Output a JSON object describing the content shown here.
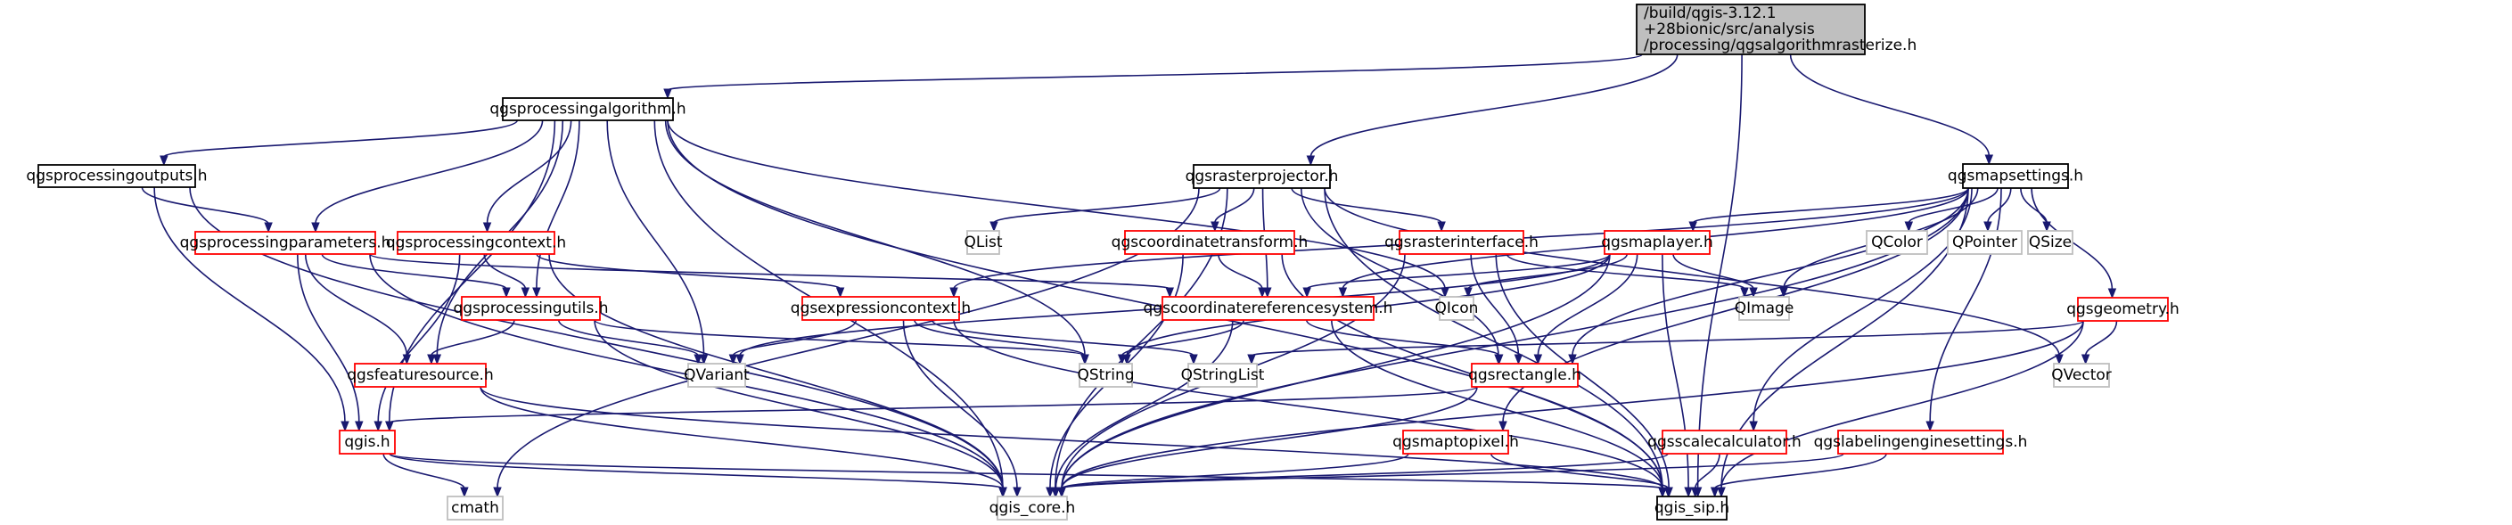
{
  "graph": {
    "title": "Include dependency graph for qgsalgorithmrasterize.h",
    "colors": {
      "edge": "#191970",
      "root_fill": "#bfbfbf",
      "root_border": "#000000",
      "documented_border": "#000000",
      "incomplete_border": "#ff0000",
      "external_border": "#bfbfbf"
    },
    "nodes": [
      {
        "id": "root",
        "lines": [
          "/build/qgis-3.12.1",
          "+28bionic/src/analysis",
          "/processing/qgsalgorithmrasterize.h"
        ],
        "kind": "root"
      },
      {
        "id": "qgsprocessingalgorithm",
        "lines": [
          "qgsprocessingalgorithm.h"
        ],
        "kind": "documented"
      },
      {
        "id": "qgsprocessingoutputs",
        "lines": [
          "qgsprocessingoutputs.h"
        ],
        "kind": "documented"
      },
      {
        "id": "qgsprocessingparameters",
        "lines": [
          "qgsprocessingparameters.h"
        ],
        "kind": "incomplete"
      },
      {
        "id": "qgsprocessingcontext",
        "lines": [
          "qgsprocessingcontext.h"
        ],
        "kind": "incomplete"
      },
      {
        "id": "qgsprocessingutils",
        "lines": [
          "qgsprocessingutils.h"
        ],
        "kind": "incomplete"
      },
      {
        "id": "qgsfeaturesource",
        "lines": [
          "qgsfeaturesource.h"
        ],
        "kind": "incomplete"
      },
      {
        "id": "qgis",
        "lines": [
          "qgis.h"
        ],
        "kind": "incomplete"
      },
      {
        "id": "cmath",
        "lines": [
          "cmath"
        ],
        "kind": "external"
      },
      {
        "id": "QVariant",
        "lines": [
          "QVariant"
        ],
        "kind": "external"
      },
      {
        "id": "qgis_core",
        "lines": [
          "qgis_core.h"
        ],
        "kind": "external"
      },
      {
        "id": "qgsrasterprojector",
        "lines": [
          "qgsrasterprojector.h"
        ],
        "kind": "documented"
      },
      {
        "id": "QList",
        "lines": [
          "QList"
        ],
        "kind": "external"
      },
      {
        "id": "qgscoordinatetransform",
        "lines": [
          "qgscoordinatetransform.h"
        ],
        "kind": "incomplete"
      },
      {
        "id": "qgsrasterinterface",
        "lines": [
          "qgsrasterinterface.h"
        ],
        "kind": "incomplete"
      },
      {
        "id": "qgsmaplayer",
        "lines": [
          "qgsmaplayer.h"
        ],
        "kind": "incomplete"
      },
      {
        "id": "QColor",
        "lines": [
          "QColor"
        ],
        "kind": "external"
      },
      {
        "id": "QPointer",
        "lines": [
          "QPointer"
        ],
        "kind": "external"
      },
      {
        "id": "QSize",
        "lines": [
          "QSize"
        ],
        "kind": "external"
      },
      {
        "id": "qgsmapsettings",
        "lines": [
          "qgsmapsettings.h"
        ],
        "kind": "documented"
      },
      {
        "id": "qgsexpressioncontext",
        "lines": [
          "qgsexpressioncontext.h"
        ],
        "kind": "incomplete"
      },
      {
        "id": "qgscoordinatereferencesystem",
        "lines": [
          "qgscoordinatereferencesystem.h"
        ],
        "kind": "incomplete"
      },
      {
        "id": "QIcon",
        "lines": [
          "QIcon"
        ],
        "kind": "external"
      },
      {
        "id": "QImage",
        "lines": [
          "QImage"
        ],
        "kind": "external"
      },
      {
        "id": "qgsgeometry",
        "lines": [
          "qgsgeometry.h"
        ],
        "kind": "incomplete"
      },
      {
        "id": "QVector",
        "lines": [
          "QVector"
        ],
        "kind": "external"
      },
      {
        "id": "QString",
        "lines": [
          "QString"
        ],
        "kind": "external"
      },
      {
        "id": "QStringList",
        "lines": [
          "QStringList"
        ],
        "kind": "external"
      },
      {
        "id": "qgsrectangle",
        "lines": [
          "qgsrectangle.h"
        ],
        "kind": "incomplete"
      },
      {
        "id": "qgsmaptopixel",
        "lines": [
          "qgsmaptopixel.h"
        ],
        "kind": "incomplete"
      },
      {
        "id": "qgsscalecalculator",
        "lines": [
          "qgsscalecalculator.h"
        ],
        "kind": "incomplete"
      },
      {
        "id": "qgslabelingenginesettings",
        "lines": [
          "qgslabelingenginesettings.h"
        ],
        "kind": "incomplete"
      },
      {
        "id": "qgis_sip",
        "lines": [
          "qgis_sip.h"
        ],
        "kind": "documented"
      }
    ],
    "edges": [
      [
        "root",
        "qgsprocessingalgorithm"
      ],
      [
        "root",
        "qgsrasterprojector"
      ],
      [
        "root",
        "qgsmapsettings"
      ],
      [
        "root",
        "qgis_sip"
      ],
      [
        "qgsprocessingalgorithm",
        "qgsprocessingoutputs"
      ],
      [
        "qgsprocessingalgorithm",
        "qgsprocessingparameters"
      ],
      [
        "qgsprocessingalgorithm",
        "qgsprocessingcontext"
      ],
      [
        "qgsprocessingalgorithm",
        "qgsprocessingutils"
      ],
      [
        "qgsprocessingalgorithm",
        "qgsfeaturesource"
      ],
      [
        "qgsprocessingalgorithm",
        "qgis"
      ],
      [
        "qgsprocessingalgorithm",
        "QVariant"
      ],
      [
        "qgsprocessingalgorithm",
        "qgis_core"
      ],
      [
        "qgsprocessingalgorithm",
        "QString"
      ],
      [
        "qgsprocessingalgorithm",
        "QIcon"
      ],
      [
        "qgsprocessingalgorithm",
        "qgis_sip"
      ],
      [
        "qgsprocessingoutputs",
        "qgsprocessingparameters"
      ],
      [
        "qgsprocessingoutputs",
        "qgis"
      ],
      [
        "qgsprocessingoutputs",
        "qgis_core"
      ],
      [
        "qgsprocessingparameters",
        "qgsprocessingutils"
      ],
      [
        "qgsprocessingparameters",
        "qgsfeaturesource"
      ],
      [
        "qgsprocessingparameters",
        "qgis"
      ],
      [
        "qgsprocessingparameters",
        "qgis_core"
      ],
      [
        "qgsprocessingparameters",
        "qgscoordinatereferencesystem"
      ],
      [
        "qgsprocessingcontext",
        "qgsprocessingutils"
      ],
      [
        "qgsprocessingcontext",
        "qgis"
      ],
      [
        "qgsprocessingcontext",
        "qgis_core"
      ],
      [
        "qgsprocessingcontext",
        "qgsexpressioncontext"
      ],
      [
        "qgsprocessingutils",
        "qgsfeaturesource"
      ],
      [
        "qgsprocessingutils",
        "QVariant"
      ],
      [
        "qgsprocessingutils",
        "qgis_core"
      ],
      [
        "qgsprocessingutils",
        "QString"
      ],
      [
        "qgsfeaturesource",
        "qgis_core"
      ],
      [
        "qgsfeaturesource",
        "qgis_sip"
      ],
      [
        "qgis",
        "cmath"
      ],
      [
        "qgis",
        "qgis_core"
      ],
      [
        "qgis",
        "qgis_sip"
      ],
      [
        "qgsrasterprojector",
        "QList"
      ],
      [
        "qgsrasterprojector",
        "qgscoordinatetransform"
      ],
      [
        "qgsrasterprojector",
        "qgsrasterinterface"
      ],
      [
        "qgsrasterprojector",
        "qgscoordinatereferencesystem"
      ],
      [
        "qgsrasterprojector",
        "qgsrectangle"
      ],
      [
        "qgsrasterprojector",
        "qgis_core"
      ],
      [
        "qgsrasterprojector",
        "cmath"
      ],
      [
        "qgsrasterprojector",
        "QVector"
      ],
      [
        "qgsrasterprojector",
        "qgis_sip"
      ],
      [
        "qgscoordinatetransform",
        "qgscoordinatereferencesystem"
      ],
      [
        "qgscoordinatetransform",
        "qgis_core"
      ],
      [
        "qgscoordinatetransform",
        "qgis_sip"
      ],
      [
        "qgsrasterinterface",
        "qgsrectangle"
      ],
      [
        "qgsrasterinterface",
        "QImage"
      ],
      [
        "qgsrasterinterface",
        "qgis_core"
      ],
      [
        "qgsrasterinterface",
        "qgis_sip"
      ],
      [
        "qgsmaplayer",
        "qgscoordinatereferencesystem"
      ],
      [
        "qgsmaplayer",
        "QIcon"
      ],
      [
        "qgsmaplayer",
        "QImage"
      ],
      [
        "qgsmaplayer",
        "qgsrectangle"
      ],
      [
        "qgsmaplayer",
        "QString"
      ],
      [
        "qgsmaplayer",
        "QVariant"
      ],
      [
        "qgsmaplayer",
        "qgis_core"
      ],
      [
        "qgsmaplayer",
        "qgis_sip"
      ],
      [
        "qgsmapsettings",
        "QColor"
      ],
      [
        "qgsmapsettings",
        "QPointer"
      ],
      [
        "qgsmapsettings",
        "QSize"
      ],
      [
        "qgsmapsettings",
        "QImage"
      ],
      [
        "qgsmapsettings",
        "qgsmaplayer"
      ],
      [
        "qgsmapsettings",
        "qgsexpressioncontext"
      ],
      [
        "qgsmapsettings",
        "qgscoordinatereferencesystem"
      ],
      [
        "qgsmapsettings",
        "qgsrectangle"
      ],
      [
        "qgsmapsettings",
        "qgsgeometry"
      ],
      [
        "qgsmapsettings",
        "qgsmaptopixel"
      ],
      [
        "qgsmapsettings",
        "qgsscalecalculator"
      ],
      [
        "qgsmapsettings",
        "qgslabelingenginesettings"
      ],
      [
        "qgsmapsettings",
        "qgis_core"
      ],
      [
        "qgsmapsettings",
        "qgis_sip"
      ],
      [
        "qgsexpressioncontext",
        "QVariant"
      ],
      [
        "qgsexpressioncontext",
        "QString"
      ],
      [
        "qgsexpressioncontext",
        "QStringList"
      ],
      [
        "qgsexpressioncontext",
        "qgis_core"
      ],
      [
        "qgsexpressioncontext",
        "qgis_sip"
      ],
      [
        "qgscoordinatereferencesystem",
        "QString"
      ],
      [
        "qgscoordinatereferencesystem",
        "qgsrectangle"
      ],
      [
        "qgscoordinatereferencesystem",
        "qgis_core"
      ],
      [
        "qgscoordinatereferencesystem",
        "qgis_sip"
      ],
      [
        "qgsgeometry",
        "QVector"
      ],
      [
        "qgsgeometry",
        "QStringList"
      ],
      [
        "qgsgeometry",
        "qgis_core"
      ],
      [
        "qgsgeometry",
        "qgis_sip"
      ],
      [
        "qgsrectangle",
        "qgis"
      ],
      [
        "qgsrectangle",
        "qgis_core"
      ],
      [
        "qgsmaptopixel",
        "qgis_core"
      ],
      [
        "qgsmaptopixel",
        "qgis_sip"
      ],
      [
        "qgsscalecalculator",
        "qgis_core"
      ],
      [
        "qgsscalecalculator",
        "qgis_sip"
      ],
      [
        "qgslabelingenginesettings",
        "qgis_core"
      ],
      [
        "qgslabelingenginesettings",
        "qgis_sip"
      ]
    ]
  }
}
